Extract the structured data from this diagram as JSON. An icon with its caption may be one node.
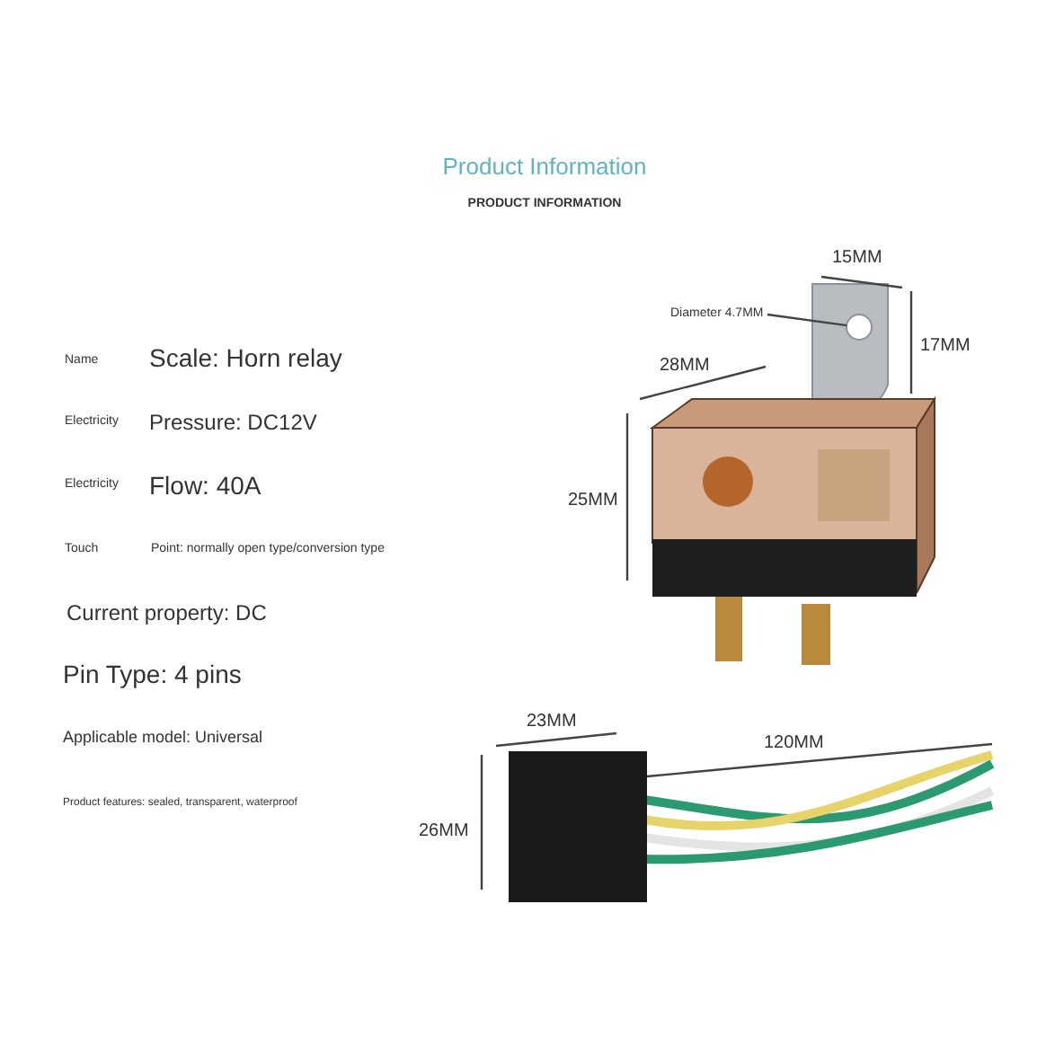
{
  "diagram": {
    "title": "Product Information",
    "nodes": [
      {
        "text": [
          "Diameter 4.7MM"
        ]
      },
      {
        "text": [],
        "shape": "circle"
      }
    ],
    "edges": [
      {
        "from": 0,
        "to": 1,
        "arrow": "none"
      }
    ],
    "labels": [
      "PRODUCT INFORMATION",
      "15MM",
      "17MM",
      "Name",
      "Scale: Horn relay",
      "28MM",
      "Electricity",
      "Pressure: DC12V",
      "25MM",
      "Electricity",
      "Flow: 40A",
      "Touch",
      "Point: normally open type/conversion type",
      "Current property: DC",
      "Pin Type: 4 pins",
      "Applicable model: Universal",
      "23MM",
      "120MM",
      "Product features: sealed, transparent, waterproof",
      "26MM"
    ]
  }
}
